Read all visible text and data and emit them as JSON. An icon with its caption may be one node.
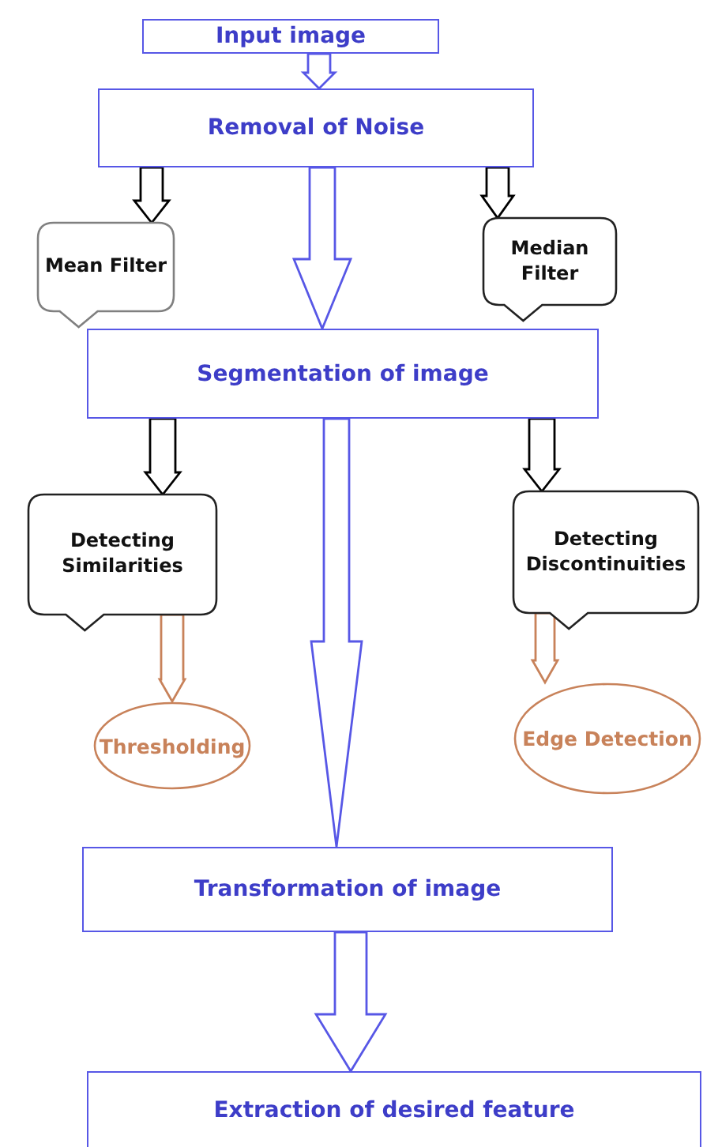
{
  "diagram": {
    "nodes": [
      {
        "text": [
          "Input image"
        ]
      },
      {
        "text": [
          "Removal of Noise"
        ]
      },
      {
        "text": [
          "Mean Filter"
        ]
      },
      {
        "text": [
          "Median Filter"
        ]
      },
      {
        "text": [
          "Segmentation of image"
        ]
      },
      {
        "text": [
          "Detecting Similarities"
        ]
      },
      {
        "text": [
          "Detecting Discontinuities"
        ]
      },
      {
        "text": [
          "Thresholding"
        ]
      },
      {
        "text": [
          "Edge Detection"
        ]
      },
      {
        "text": [
          "Transformation of image"
        ]
      },
      {
        "text": [
          "Extraction of desired feature"
        ]
      }
    ],
    "edges": [
      {
        "from": 0,
        "to": 1,
        "arrow": "to"
      },
      {
        "from": 1,
        "to": 2,
        "arrow": "to",
        "color": "#000000"
      },
      {
        "from": 1,
        "to": 3,
        "arrow": "to",
        "color": "#000000"
      },
      {
        "from": 1,
        "to": 4,
        "arrow": "to"
      },
      {
        "from": 4,
        "to": 5,
        "arrow": "to",
        "color": "#000000"
      },
      {
        "from": 4,
        "to": 6,
        "arrow": "to",
        "color": "#000000"
      },
      {
        "from": 4,
        "to": 9,
        "arrow": "to"
      },
      {
        "from": 5,
        "to": 7,
        "arrow": "to",
        "color": "#c8825a"
      },
      {
        "from": 6,
        "to": 8,
        "arrow": "to",
        "color": "#c8825a"
      },
      {
        "from": 9,
        "to": 10,
        "arrow": "to"
      }
    ]
  }
}
